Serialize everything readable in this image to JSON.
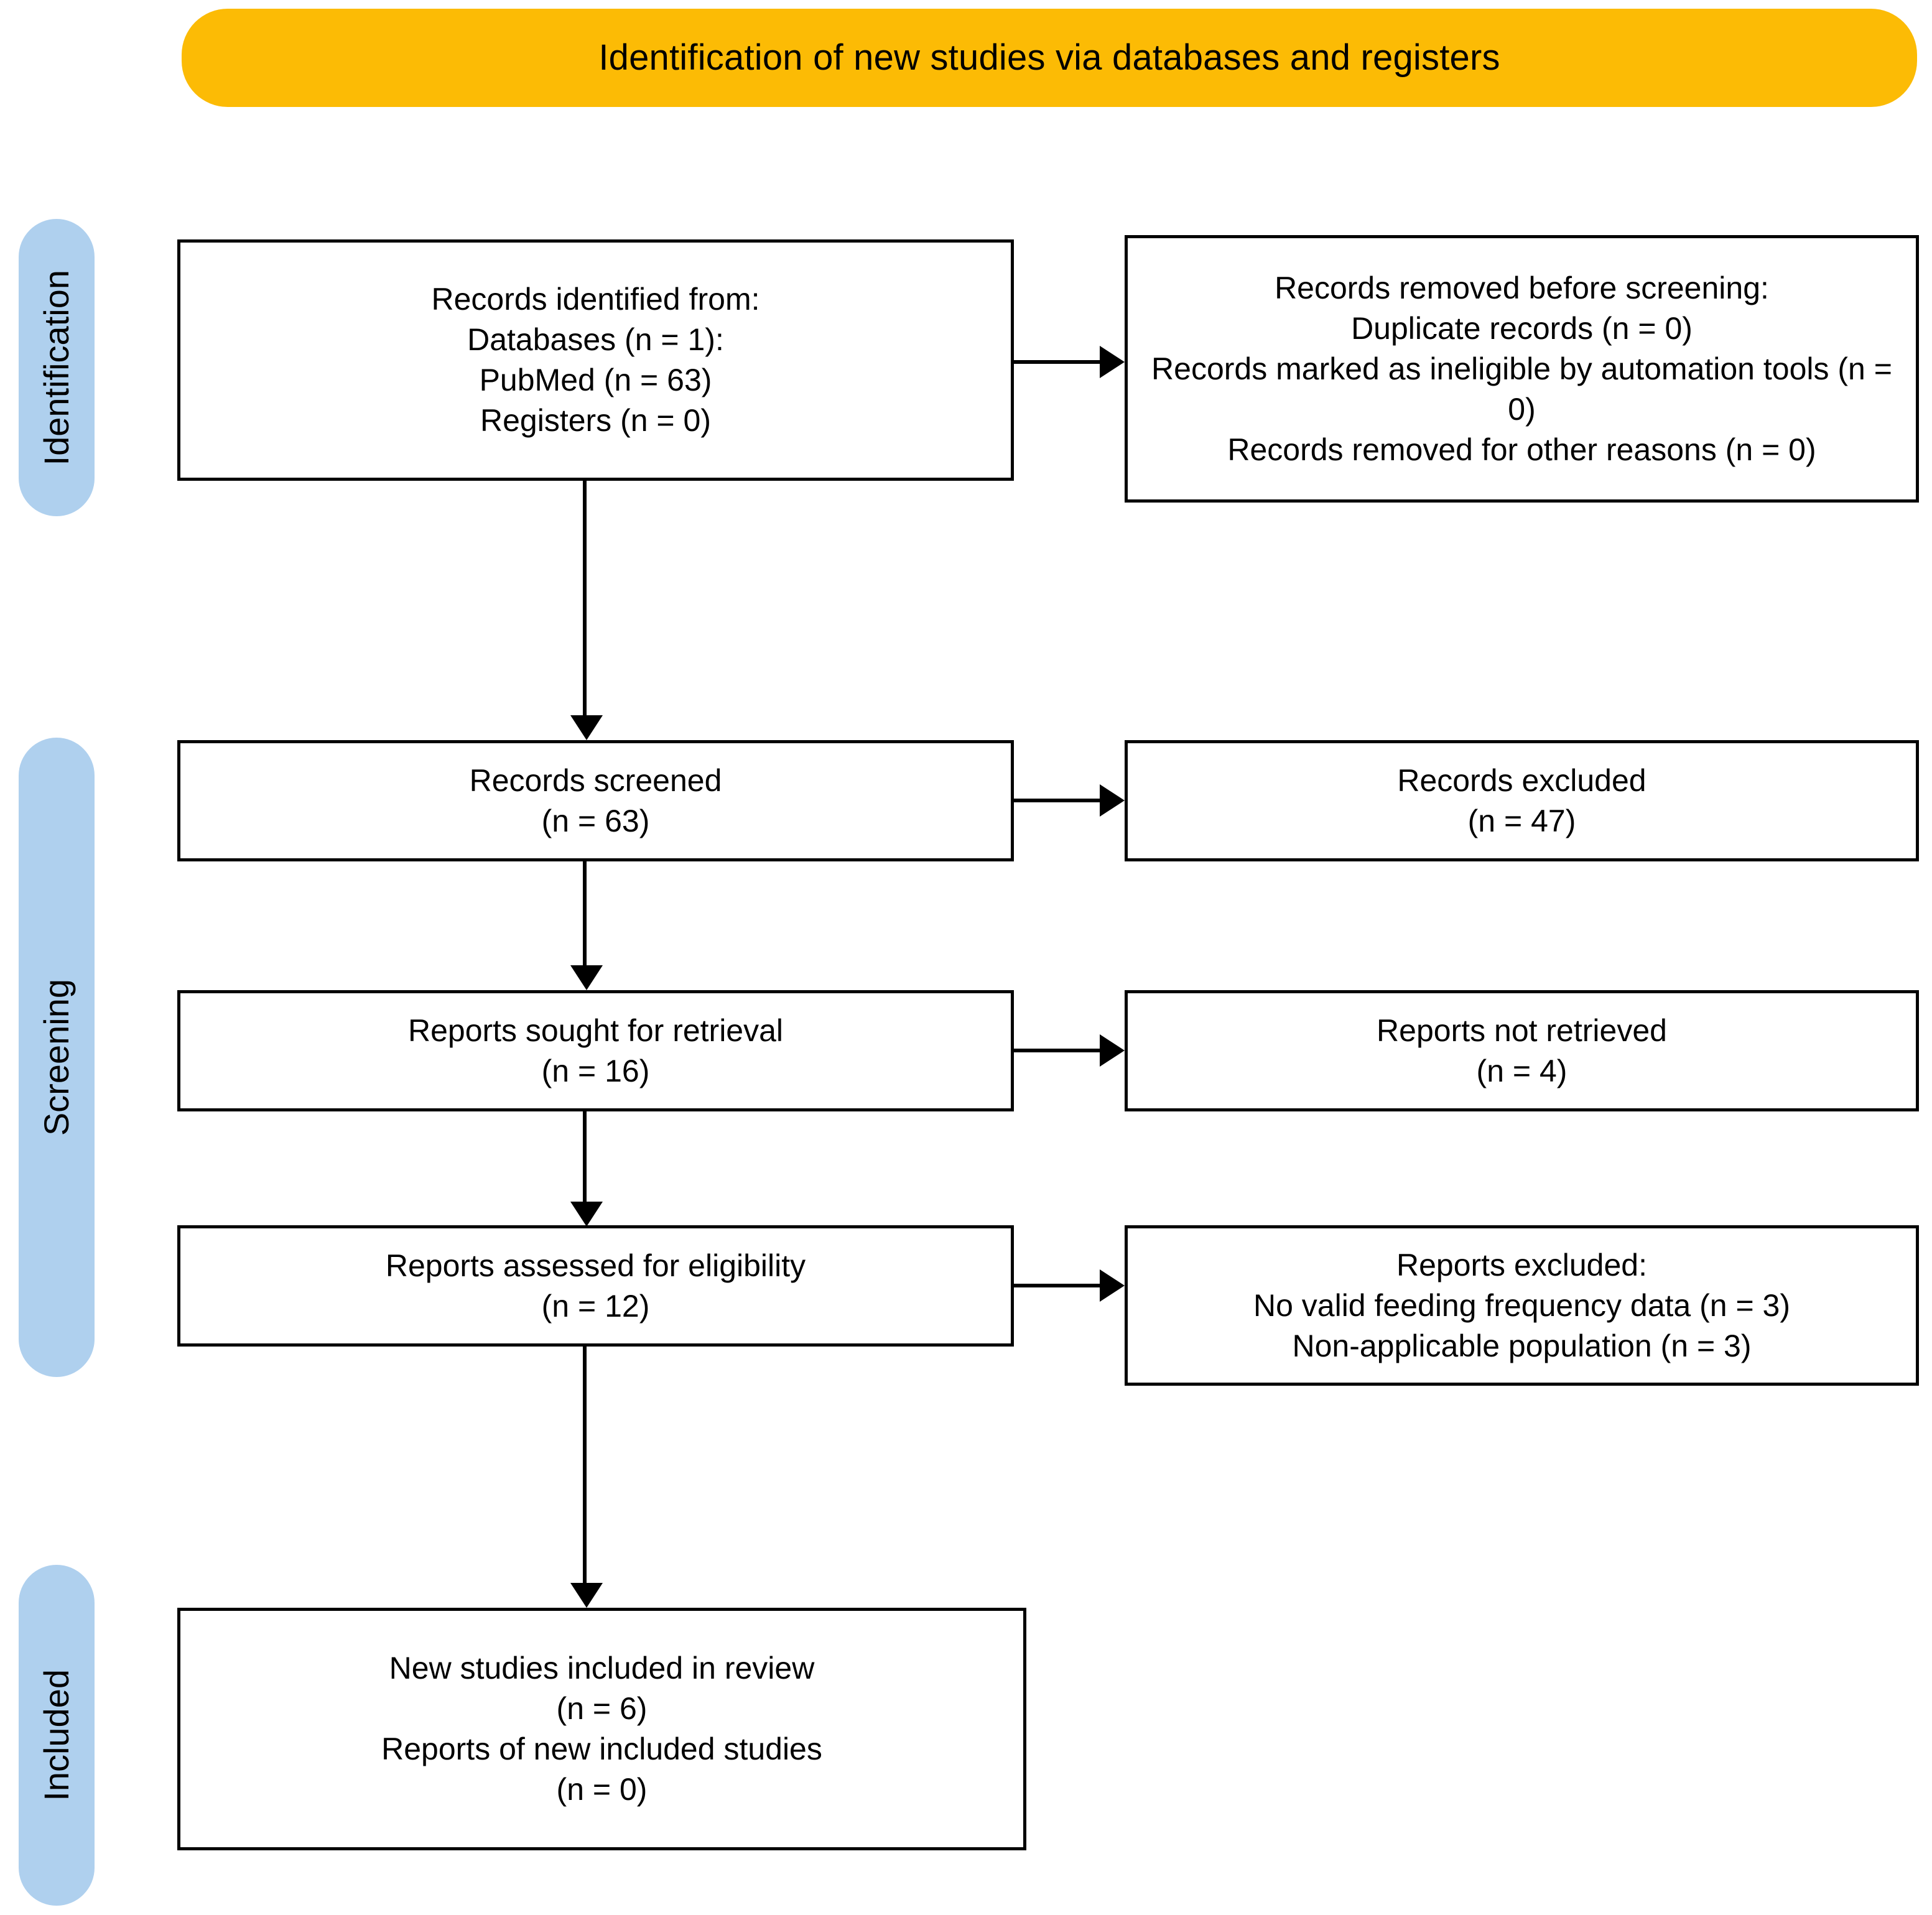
{
  "colors": {
    "banner": "#FCBB05",
    "stage_bar": "#AFD0EE",
    "box_border": "#000000",
    "text": "#000000",
    "background": "#FFFFFF"
  },
  "header": {
    "title": "Identification of new studies via databases and registers"
  },
  "stages": [
    {
      "key": "identification",
      "label": "Identification"
    },
    {
      "key": "screening",
      "label": "Screening"
    },
    {
      "key": "included",
      "label": "Included"
    }
  ],
  "boxes": {
    "identified": {
      "name": "Records identified from",
      "lines": [
        "Records identified from:",
        "Databases (n = 1):",
        "PubMed (n = 63)",
        "Registers (n = 0)"
      ]
    },
    "records_removed": {
      "name": "Records removed before screening",
      "lines": [
        "Records removed before screening:",
        "Duplicate records (n = 0)",
        "Records marked as ineligible by automation tools (n = 0)",
        "Records removed for other reasons (n = 0)"
      ]
    },
    "records_screened": {
      "name": "Records screened",
      "lines": [
        "Records screened",
        "(n = 63)"
      ]
    },
    "records_excluded": {
      "name": "Records excluded",
      "lines": [
        "Records excluded",
        "(n = 47)"
      ]
    },
    "reports_sought": {
      "name": "Reports sought for retrieval",
      "lines": [
        "Reports sought for retrieval",
        "(n = 16)"
      ]
    },
    "reports_not_retrieved": {
      "name": "Reports not retrieved",
      "lines": [
        "Reports not retrieved",
        "(n = 4)"
      ]
    },
    "reports_assessed": {
      "name": "Reports assessed for eligibility",
      "lines": [
        "Reports assessed for eligibility",
        "(n = 12)"
      ]
    },
    "reports_excluded": {
      "name": "Reports excluded",
      "lines": [
        "Reports excluded:",
        "No valid feeding frequency data (n = 3)",
        "Non-applicable population (n = 3)"
      ]
    },
    "new_studies": {
      "name": "New studies included in review",
      "lines": [
        "New studies included in review",
        "(n = 6)",
        "Reports of new included studies",
        "(n = 0)"
      ]
    }
  },
  "chart_data": {
    "type": "diagram",
    "title": "Identification of new studies via databases and registers",
    "diagram_kind": "PRISMA 2020 flow diagram",
    "stages": [
      "Identification",
      "Screening",
      "Included"
    ],
    "nodes": [
      {
        "id": "identified",
        "stage": "Identification",
        "column": "left",
        "text": "Records identified from: Databases (n = 1): PubMed (n = 63) Registers (n = 0)",
        "counts": {
          "databases": 1,
          "pubmed": 63,
          "registers": 0
        }
      },
      {
        "id": "records_removed",
        "stage": "Identification",
        "column": "right",
        "text": "Records removed before screening: Duplicate records (n = 0) Records marked as ineligible by automation tools (n = 0) Records removed for other reasons (n = 0)",
        "counts": {
          "duplicate_records": 0,
          "ineligible_by_automation_tools": 0,
          "removed_other_reasons": 0
        }
      },
      {
        "id": "records_screened",
        "stage": "Screening",
        "column": "left",
        "text": "Records screened (n = 63)",
        "counts": {
          "n": 63
        }
      },
      {
        "id": "records_excluded",
        "stage": "Screening",
        "column": "right",
        "text": "Records excluded (n = 47)",
        "counts": {
          "n": 47
        }
      },
      {
        "id": "reports_sought",
        "stage": "Screening",
        "column": "left",
        "text": "Reports sought for retrieval (n = 16)",
        "counts": {
          "n": 16
        }
      },
      {
        "id": "reports_not_retrieved",
        "stage": "Screening",
        "column": "right",
        "text": "Reports not retrieved (n = 4)",
        "counts": {
          "n": 4
        }
      },
      {
        "id": "reports_assessed",
        "stage": "Screening",
        "column": "left",
        "text": "Reports assessed for eligibility (n = 12)",
        "counts": {
          "n": 12
        }
      },
      {
        "id": "reports_excluded",
        "stage": "Screening",
        "column": "right",
        "text": "Reports excluded: No valid feeding frequency data (n = 3) Non-applicable population (n = 3)",
        "counts": {
          "no_valid_feeding_frequency_data": 3,
          "non_applicable_population": 3
        }
      },
      {
        "id": "new_studies",
        "stage": "Included",
        "column": "left",
        "text": "New studies included in review (n = 6) Reports of new included studies (n = 0)",
        "counts": {
          "new_studies": 6,
          "reports_of_new_included_studies": 0
        }
      }
    ],
    "edges": [
      {
        "from": "identified",
        "to": "records_removed",
        "direction": "right"
      },
      {
        "from": "identified",
        "to": "records_screened",
        "direction": "down"
      },
      {
        "from": "records_screened",
        "to": "records_excluded",
        "direction": "right"
      },
      {
        "from": "records_screened",
        "to": "reports_sought",
        "direction": "down"
      },
      {
        "from": "reports_sought",
        "to": "reports_not_retrieved",
        "direction": "right"
      },
      {
        "from": "reports_sought",
        "to": "reports_assessed",
        "direction": "down"
      },
      {
        "from": "reports_assessed",
        "to": "reports_excluded",
        "direction": "right"
      },
      {
        "from": "reports_assessed",
        "to": "new_studies",
        "direction": "down"
      }
    ]
  }
}
